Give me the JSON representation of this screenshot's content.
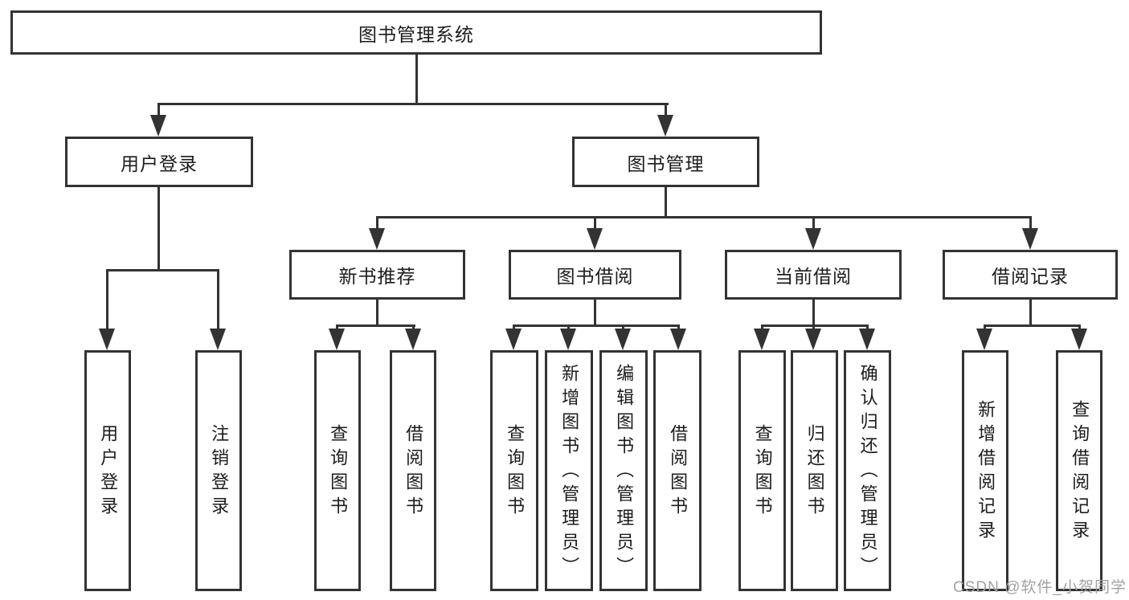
{
  "diagram_title": "图书管理系统",
  "tree": {
    "label": "图书管理系统",
    "children": [
      {
        "label": "用户登录",
        "children": [
          {
            "label": "用户登录"
          },
          {
            "label": "注销登录"
          }
        ]
      },
      {
        "label": "图书管理",
        "children": [
          {
            "label": "新书推荐",
            "children": [
              {
                "label": "查询图书"
              },
              {
                "label": "借阅图书"
              }
            ]
          },
          {
            "label": "图书借阅",
            "children": [
              {
                "label": "查询图书"
              },
              {
                "label": "新增图书（管理员）"
              },
              {
                "label": "编辑图书（管理员）"
              },
              {
                "label": "借阅图书"
              }
            ]
          },
          {
            "label": "当前借阅",
            "children": [
              {
                "label": "查询图书"
              },
              {
                "label": "归还图书"
              },
              {
                "label": "确认归还（管理员）"
              }
            ]
          },
          {
            "label": "借阅记录",
            "children": [
              {
                "label": "新增借阅记录"
              },
              {
                "label": "查询借阅记录"
              }
            ]
          }
        ]
      }
    ]
  },
  "watermark": {
    "text": "CSDN @软件_小贺同学"
  },
  "colors": {
    "line": "#333333",
    "text": "#1c1c1c",
    "background": "#ffffff",
    "watermark": "#a2a2a2"
  }
}
